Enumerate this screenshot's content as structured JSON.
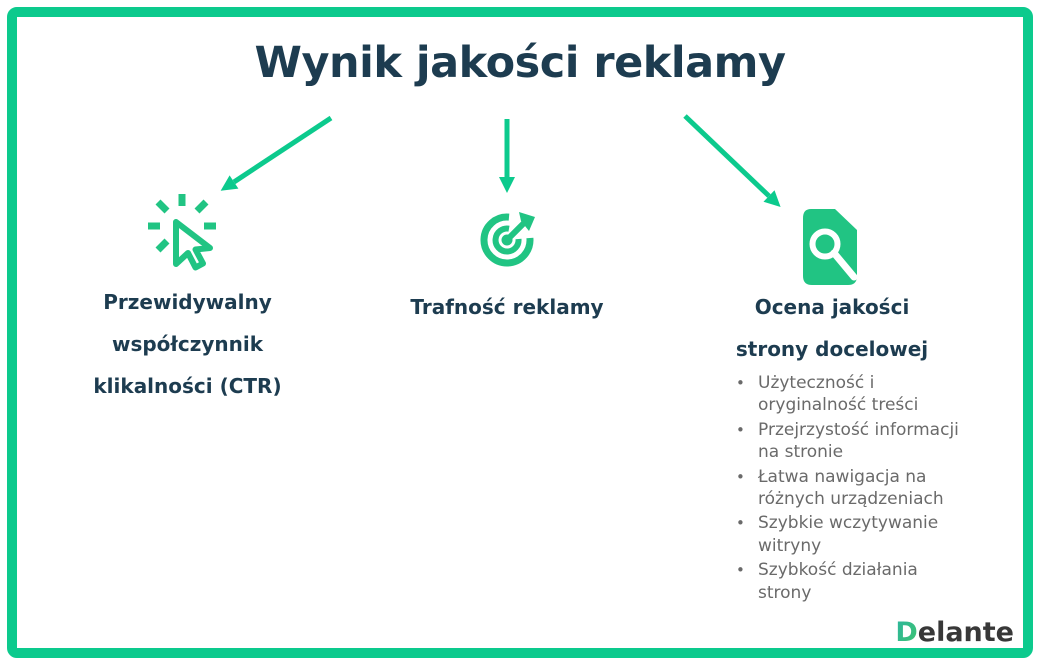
{
  "title": "Wynik jakości reklamy",
  "colors": {
    "accent": "#0cca8d",
    "icon": "#21c483",
    "navy": "#1d3c50",
    "gray": "#6a6a6a",
    "logo_dark": "#383838",
    "logo_teal": "#2cb5a0",
    "logo_green": "#3ec46d"
  },
  "columns": [
    {
      "icon": "click-cursor-icon",
      "label_lines": [
        "Przewidywalny",
        "współczynnik",
        "klikalności (CTR)"
      ]
    },
    {
      "icon": "target-dart-icon",
      "label": "Trafność reklamy"
    },
    {
      "icon": "page-search-icon",
      "heading_lines": [
        "Ocena jakości",
        "strony docelowej"
      ],
      "bullet_char": "•",
      "bullets": [
        [
          "Użyteczność i",
          "oryginalność treści"
        ],
        [
          "Przejrzystość informacji",
          "na stronie"
        ],
        [
          "Łatwa nawigacja na",
          "różnych urządzeniach"
        ],
        [
          "Szybkie wczytywanie",
          "witryny"
        ],
        [
          "Szybkość działania",
          "strony"
        ]
      ]
    }
  ],
  "logo": {
    "d": "D",
    "rest": "elante"
  }
}
